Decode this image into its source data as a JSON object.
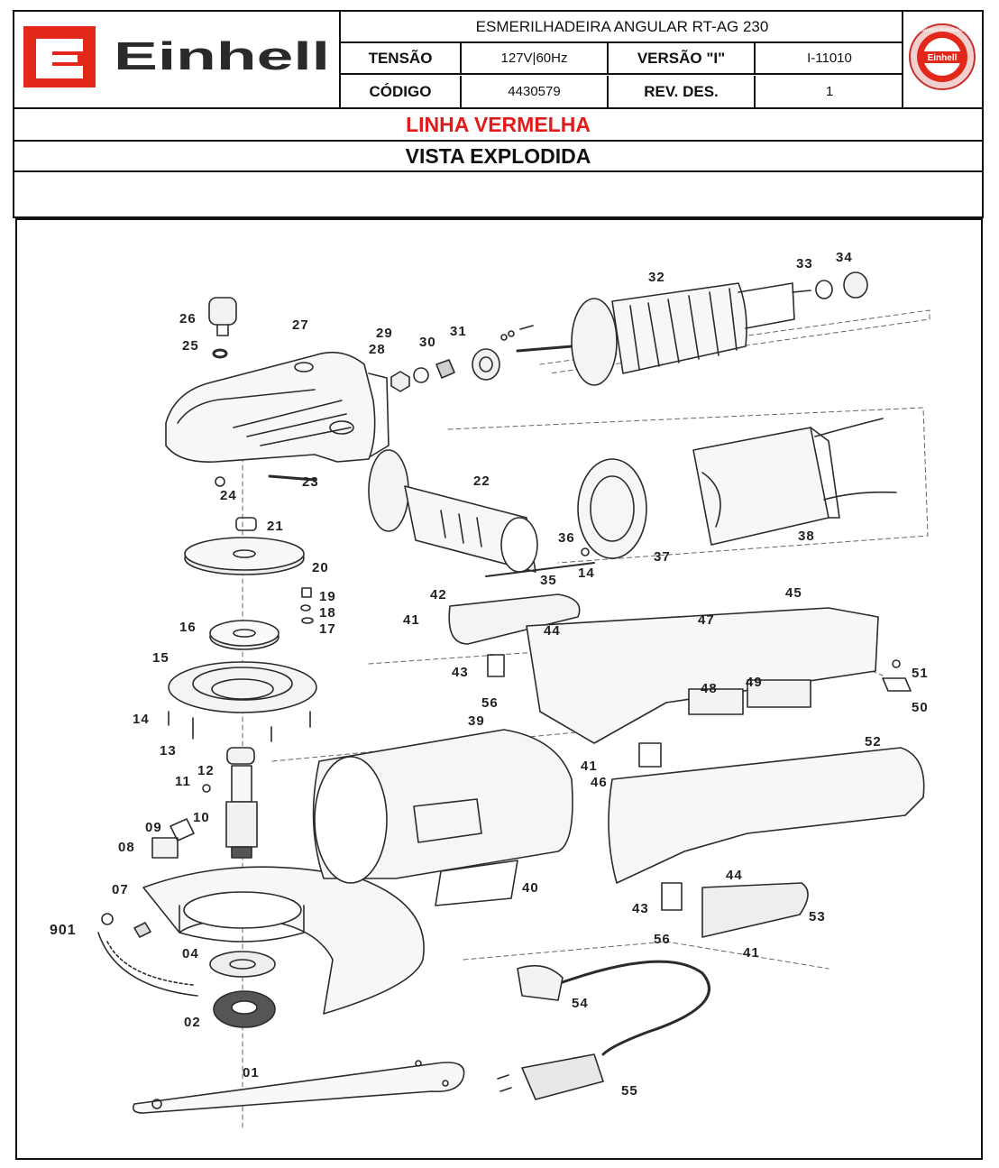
{
  "header": {
    "brand": "Einhell",
    "title": "ESMERILHADEIRA ANGULAR RT-AG 230",
    "voltage_label": "TENSÃO",
    "voltage_value": "127V|60Hz",
    "version_label": "VERSÃO \"I\"",
    "version_value": "I-11010",
    "code_label": "CÓDIGO",
    "code_value": "4430579",
    "rev_label": "REV. DES.",
    "rev_value": "1",
    "line_name": "LINHA VERMELHA",
    "view_name": "VISTA EXPLODIDA",
    "seal_top_text": "Serviço Autorizado",
    "seal_brand": "Einhell"
  },
  "colors": {
    "brand_red": "#e2271b",
    "line_red": "#e01b1b",
    "ink": "#111111"
  },
  "parts": [
    "01",
    "02",
    "04",
    "07",
    "08",
    "09",
    "10",
    "11",
    "12",
    "13",
    "14",
    "15",
    "16",
    "17",
    "18",
    "19",
    "20",
    "21",
    "22",
    "23",
    "24",
    "25",
    "26",
    "27",
    "28",
    "29",
    "30",
    "31",
    "32",
    "33",
    "34",
    "35",
    "36",
    "37",
    "38",
    "39",
    "40",
    "41",
    "42",
    "43",
    "44",
    "45",
    "46",
    "47",
    "48",
    "49",
    "50",
    "51",
    "52",
    "53",
    "54",
    "55",
    "56",
    "901"
  ]
}
